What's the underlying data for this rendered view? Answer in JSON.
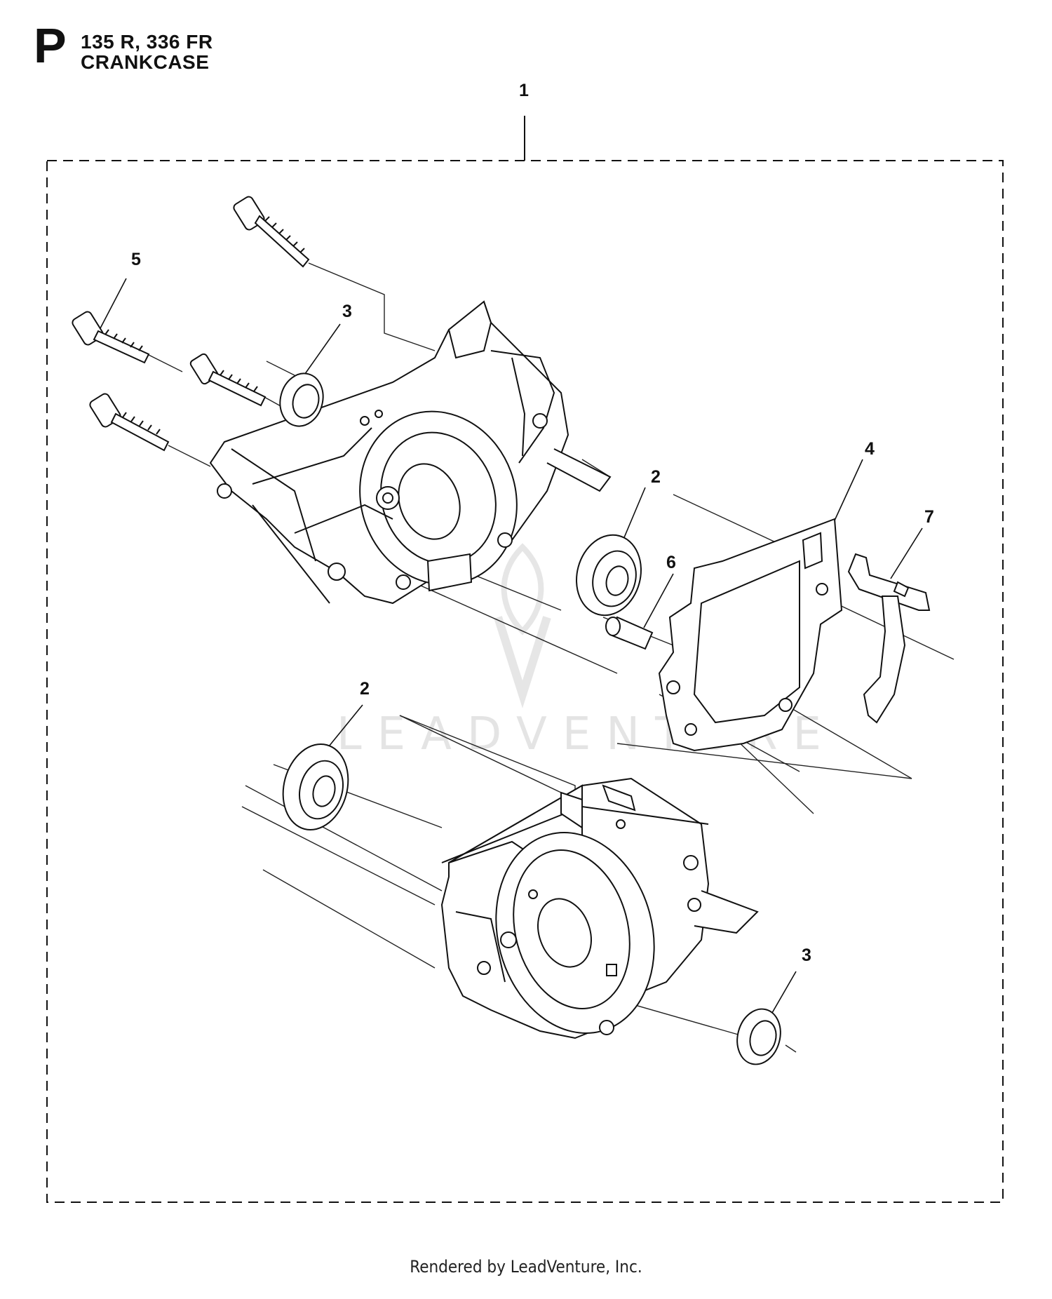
{
  "header": {
    "section_letter": "P",
    "models": "135 R, 336 FR",
    "title": "CRANKCASE"
  },
  "watermark": "LEADVENTURE",
  "footer": "Rendered by LeadVenture, Inc.",
  "callouts": [
    {
      "id": "c1",
      "label": "1"
    },
    {
      "id": "c5",
      "label": "5"
    },
    {
      "id": "c3a",
      "label": "3"
    },
    {
      "id": "c2a",
      "label": "2"
    },
    {
      "id": "c4",
      "label": "4"
    },
    {
      "id": "c7",
      "label": "7"
    },
    {
      "id": "c6",
      "label": "6"
    },
    {
      "id": "c2b",
      "label": "2"
    },
    {
      "id": "c3b",
      "label": "3"
    }
  ],
  "colors": {
    "ink": "#111111",
    "watermark": "#e4e4e4"
  }
}
